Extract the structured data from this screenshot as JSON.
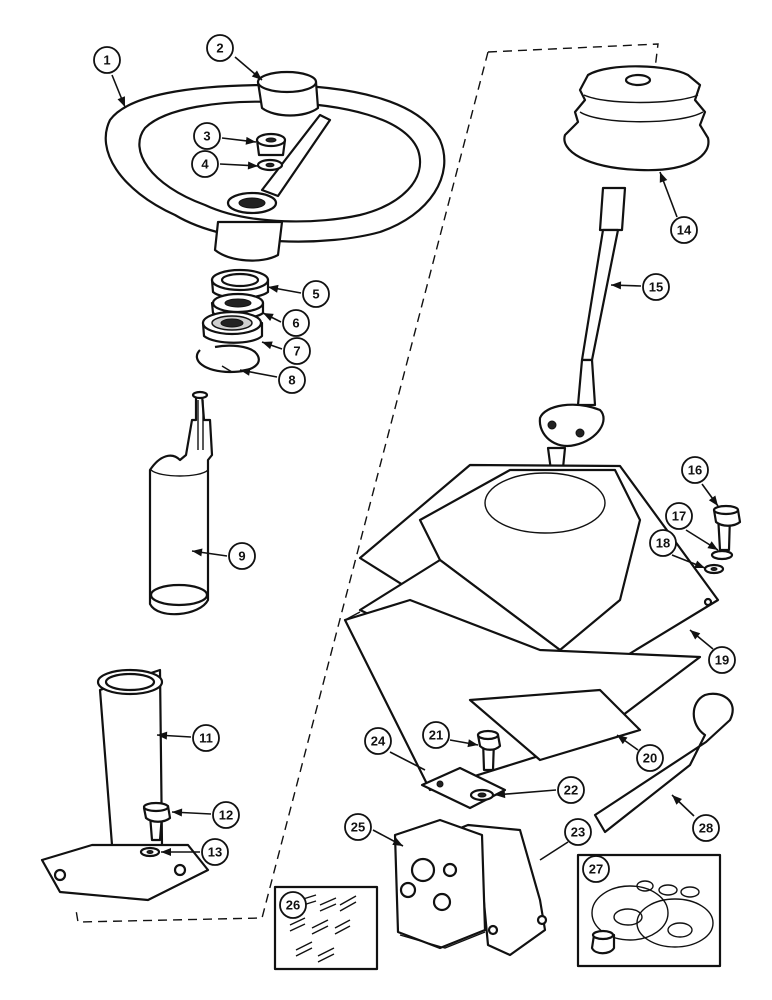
{
  "callouts": [
    {
      "id": "1",
      "label": "1"
    },
    {
      "id": "2",
      "label": "2"
    },
    {
      "id": "3",
      "label": "3"
    },
    {
      "id": "4",
      "label": "4"
    },
    {
      "id": "5",
      "label": "5"
    },
    {
      "id": "6",
      "label": "6"
    },
    {
      "id": "7",
      "label": "7"
    },
    {
      "id": "8",
      "label": "8"
    },
    {
      "id": "9",
      "label": "9"
    },
    {
      "id": "11",
      "label": "11"
    },
    {
      "id": "12",
      "label": "12"
    },
    {
      "id": "13",
      "label": "13"
    },
    {
      "id": "14",
      "label": "14"
    },
    {
      "id": "15",
      "label": "15"
    },
    {
      "id": "16",
      "label": "16"
    },
    {
      "id": "17",
      "label": "17"
    },
    {
      "id": "18",
      "label": "18"
    },
    {
      "id": "19",
      "label": "19"
    },
    {
      "id": "20",
      "label": "20"
    },
    {
      "id": "21",
      "label": "21"
    },
    {
      "id": "22",
      "label": "22"
    },
    {
      "id": "23",
      "label": "23"
    },
    {
      "id": "24",
      "label": "24"
    },
    {
      "id": "25",
      "label": "25"
    },
    {
      "id": "26",
      "label": "26"
    },
    {
      "id": "27",
      "label": "27"
    },
    {
      "id": "28",
      "label": "28"
    }
  ]
}
